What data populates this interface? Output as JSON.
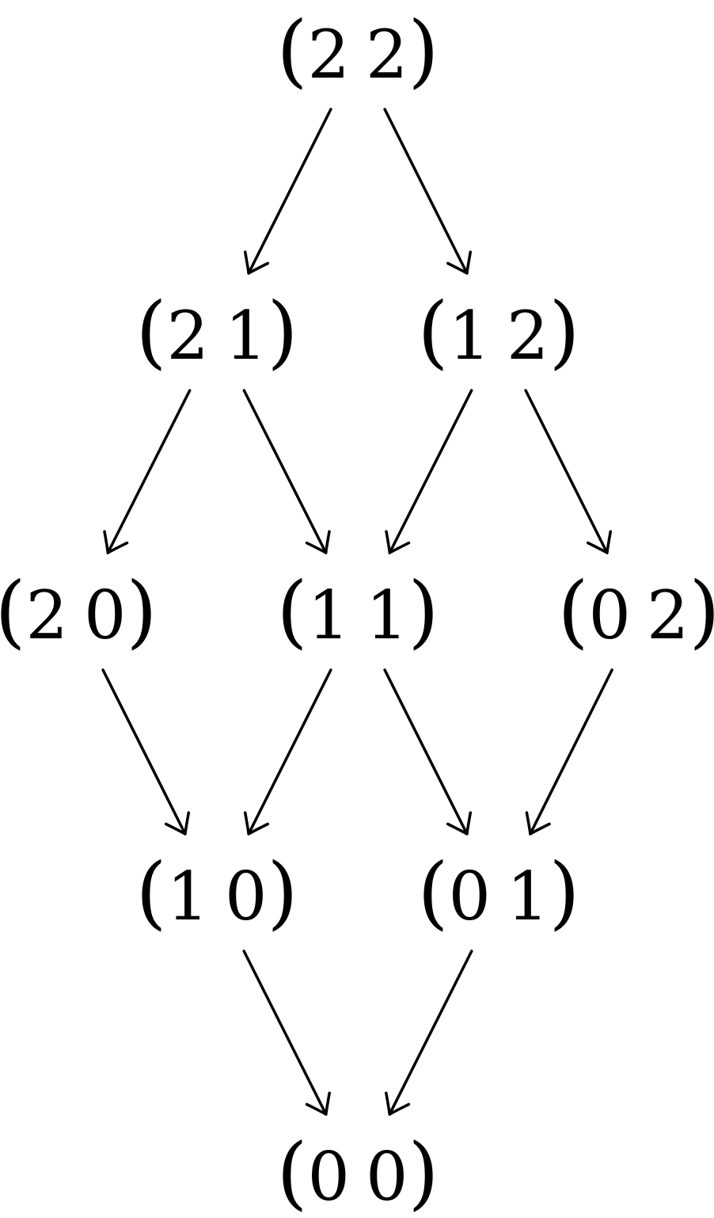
{
  "diagram": {
    "type": "hasse-lattice",
    "nodes": [
      {
        "id": "n22",
        "a": "2",
        "b": "2"
      },
      {
        "id": "n21",
        "a": "2",
        "b": "1"
      },
      {
        "id": "n12",
        "a": "1",
        "b": "2"
      },
      {
        "id": "n20",
        "a": "2",
        "b": "0"
      },
      {
        "id": "n11",
        "a": "1",
        "b": "1"
      },
      {
        "id": "n02",
        "a": "0",
        "b": "2"
      },
      {
        "id": "n10",
        "a": "1",
        "b": "0"
      },
      {
        "id": "n01",
        "a": "0",
        "b": "1"
      },
      {
        "id": "n00",
        "a": "0",
        "b": "0"
      }
    ],
    "edges": [
      {
        "from": "n22",
        "to": "n21"
      },
      {
        "from": "n22",
        "to": "n12"
      },
      {
        "from": "n21",
        "to": "n20"
      },
      {
        "from": "n21",
        "to": "n11"
      },
      {
        "from": "n12",
        "to": "n11"
      },
      {
        "from": "n12",
        "to": "n02"
      },
      {
        "from": "n20",
        "to": "n10"
      },
      {
        "from": "n11",
        "to": "n10"
      },
      {
        "from": "n11",
        "to": "n01"
      },
      {
        "from": "n02",
        "to": "n01"
      },
      {
        "from": "n10",
        "to": "n00"
      },
      {
        "from": "n01",
        "to": "n00"
      }
    ]
  }
}
